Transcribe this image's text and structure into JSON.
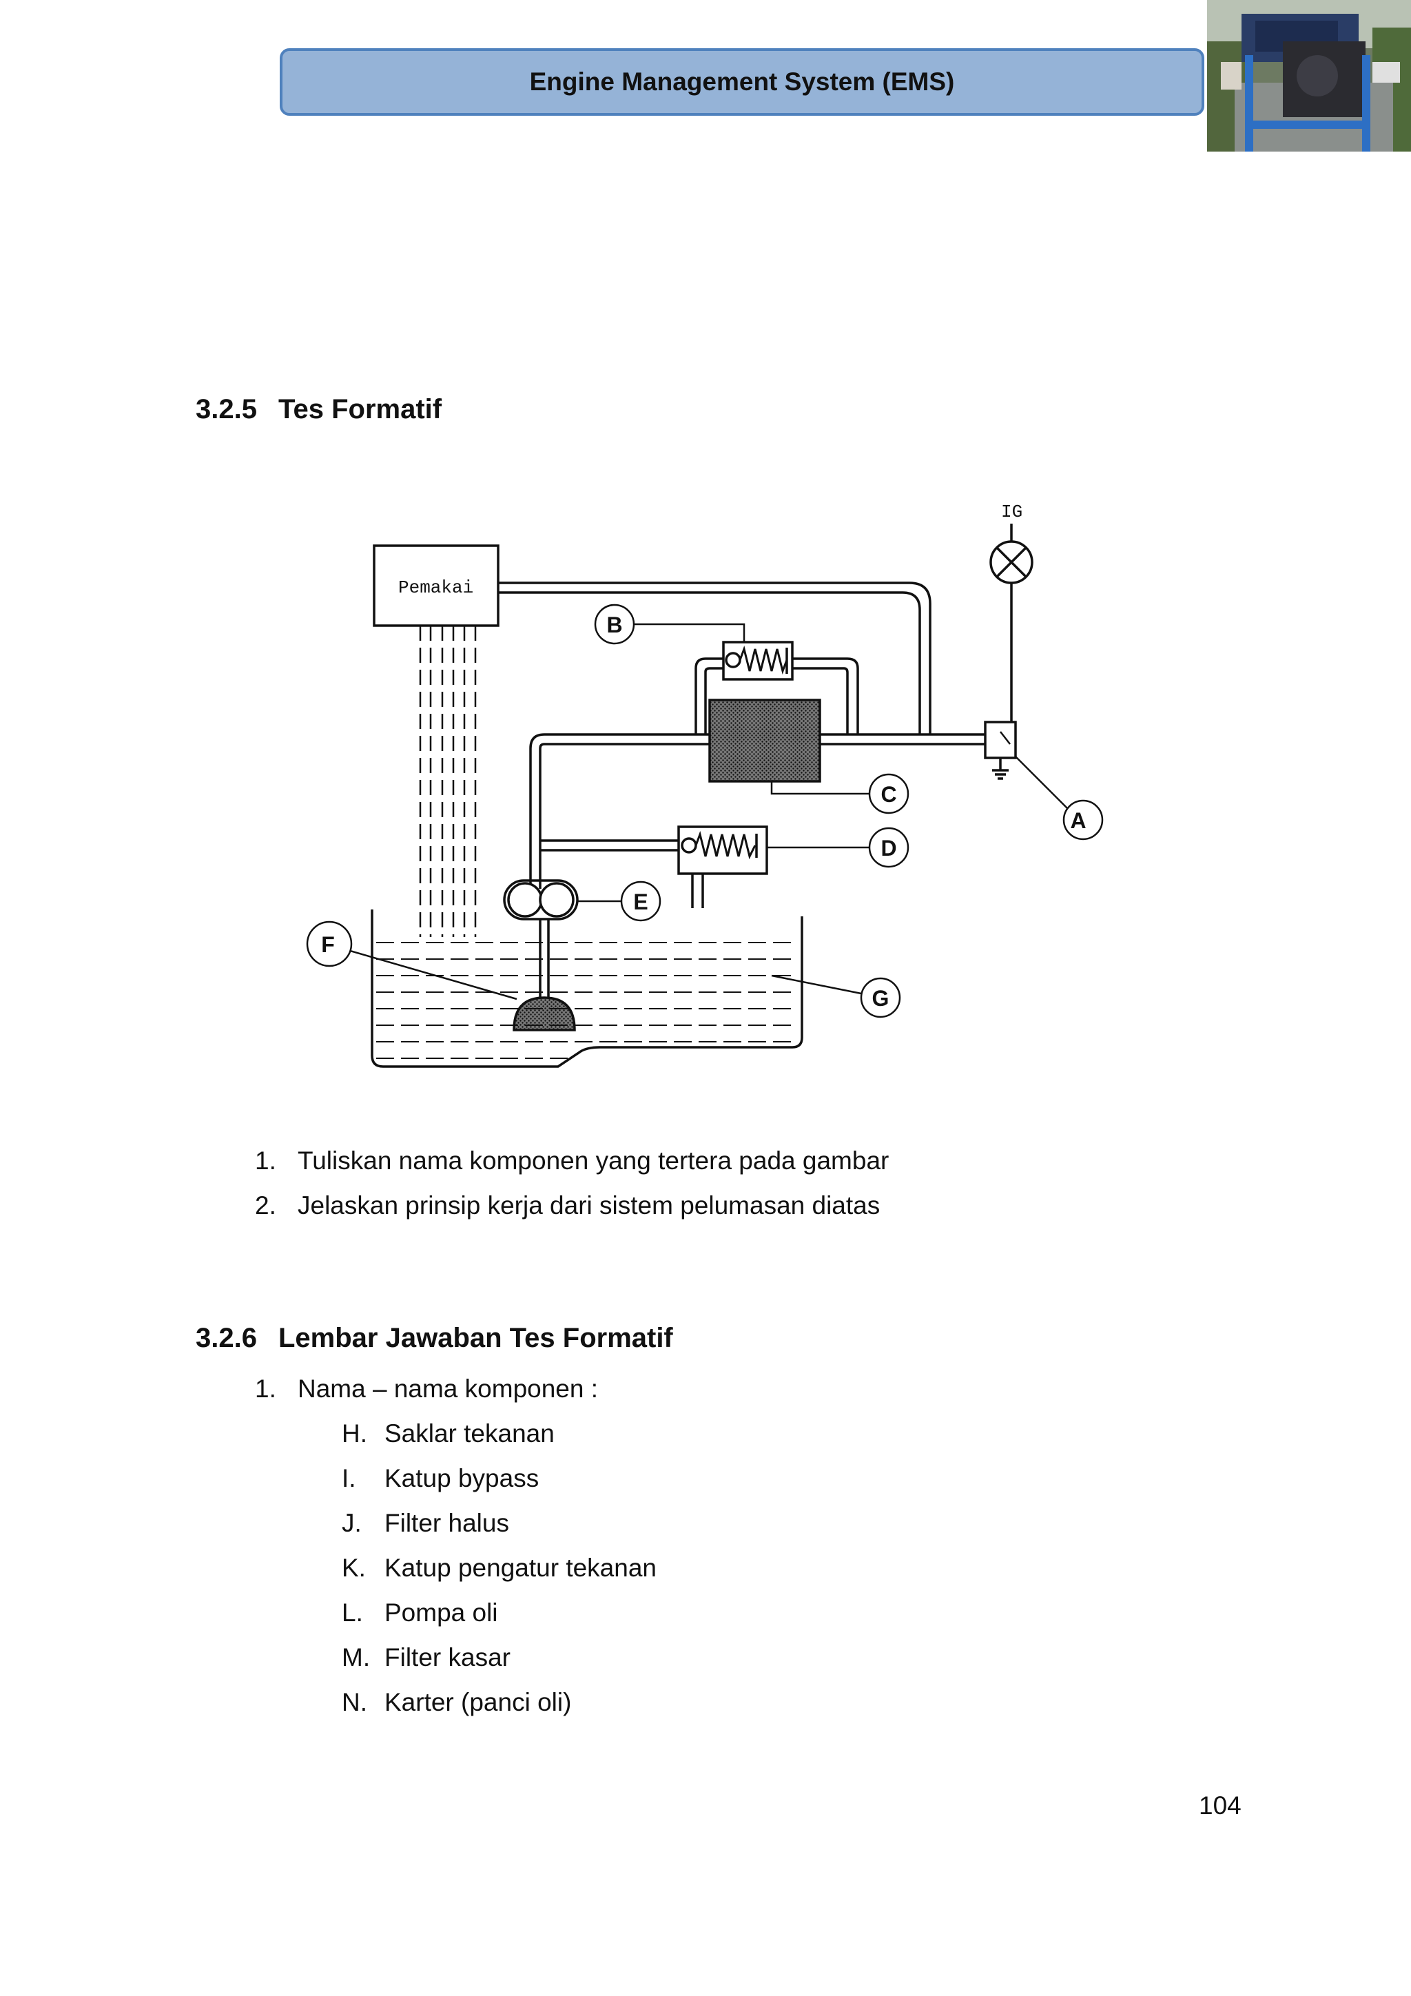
{
  "header": {
    "title": "Engine Management System (EMS)"
  },
  "sections": {
    "s1": {
      "number": "3.2.5",
      "title": "Tes Formatif"
    },
    "s2": {
      "number": "3.2.6",
      "title": "Lembar Jawaban Tes Formatif"
    }
  },
  "diagram": {
    "box_label": "Pemakai",
    "ig_label": "IG",
    "labels": [
      "A",
      "B",
      "C",
      "D",
      "E",
      "F",
      "G"
    ]
  },
  "questions": [
    {
      "marker": "1.",
      "text": "Tuliskan nama komponen yang tertera pada gambar"
    },
    {
      "marker": "2.",
      "text": "Jelaskan prinsip kerja dari sistem pelumasan diatas"
    }
  ],
  "answers": {
    "item1": {
      "marker": "1.",
      "text": "Nama – nama komponen :"
    },
    "components": [
      {
        "marker": "H.",
        "text": "Saklar tekanan"
      },
      {
        "marker": "I.",
        "text": "Katup bypass"
      },
      {
        "marker": "J.",
        "text": "Filter halus"
      },
      {
        "marker": "K.",
        "text": "Katup pengatur tekanan"
      },
      {
        "marker": "L.",
        "text": "Pompa oli"
      },
      {
        "marker": "M.",
        "text": "Filter kasar"
      },
      {
        "marker": "N.",
        "text": "Karter (panci oli)"
      }
    ]
  },
  "page_number": "104"
}
